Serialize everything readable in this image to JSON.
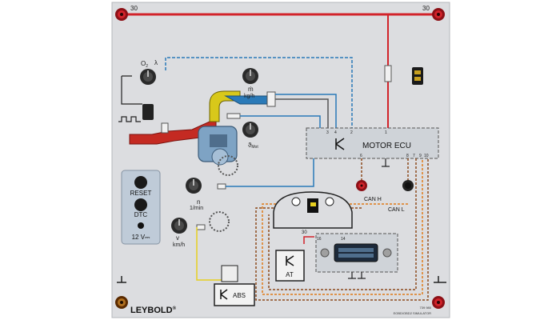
{
  "supply": {
    "left_voltage": "30",
    "right_voltage": "30",
    "at_terminal": "30"
  },
  "sensors": {
    "o2": "O",
    "o2_sub": "2",
    "lambda": "λ",
    "mass_air": "ṁ",
    "mass_air_unit": "kg/h",
    "coolant": "ϑ",
    "coolant_sub": "Mot",
    "rpm": "n",
    "rpm_unit": "1/min",
    "speed": "v",
    "speed_unit": "km/h"
  },
  "controls": {
    "reset": "RESET",
    "dtc": "DTC",
    "power": "12 V⎓"
  },
  "ecu": {
    "label": "MOTOR ECU",
    "pins_top": [
      "3",
      "4",
      "2",
      "1"
    ],
    "pins_bottom": [
      "6",
      "8",
      "7",
      "9",
      "10"
    ]
  },
  "can": {
    "high": "CAN H",
    "low": "CAN L"
  },
  "obd": {
    "pin_16": "16",
    "pin_14": "14"
  },
  "modules": {
    "at": "AT",
    "abs": "ABS"
  },
  "footer": {
    "brand": "LEYBOLD",
    "brand_mark": "®",
    "part_no": "739 980",
    "product": "EOBD/OBD2 SIMULATOR"
  },
  "colors": {
    "panel": "#dcdde0",
    "supply_line": "#d2232a",
    "signal_blue": "#2a7ab8",
    "can_brown": "#8b4a1c",
    "can_orange": "#e07b18",
    "ecu_fill": "#cfd3d8"
  }
}
